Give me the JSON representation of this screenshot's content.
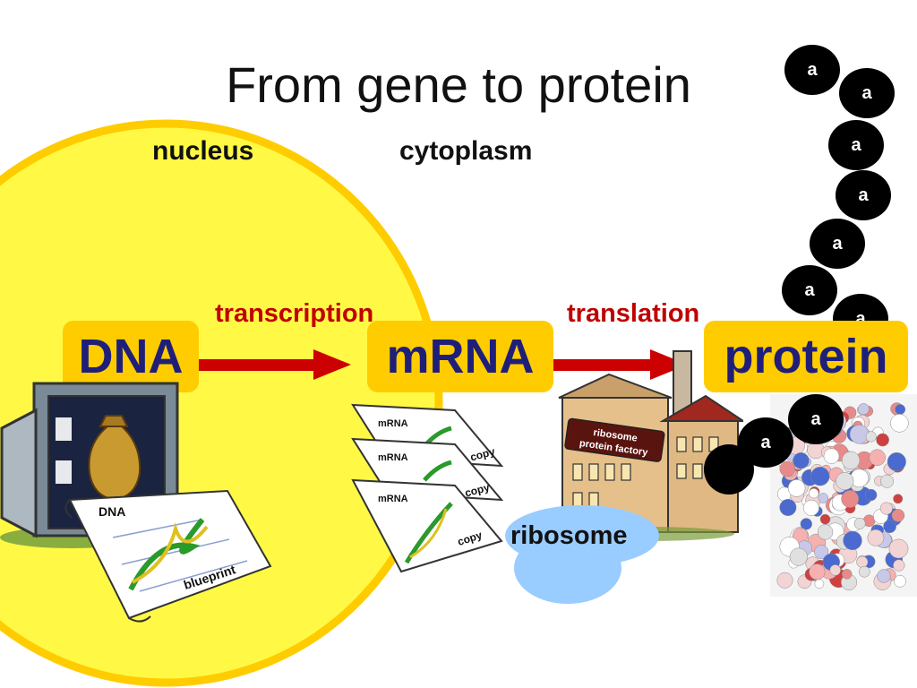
{
  "slide": {
    "title": "From gene to protein",
    "nucleus_label": "nucleus",
    "cytoplasm_label": "cytoplasm"
  },
  "flow": {
    "dna": "DNA",
    "mrna": "mRNA",
    "protein": "protein",
    "transcription": "transcription",
    "translation": "translation"
  },
  "blueprint": {
    "dna_label": "DNA",
    "blueprint_label": "blueprint"
  },
  "copies": [
    {
      "label": "mRNA",
      "tag": "copy"
    },
    {
      "label": "mRNA",
      "tag": "copy"
    },
    {
      "label": "mRNA",
      "tag": "copy"
    }
  ],
  "factory": {
    "sign_line1": "ribosome",
    "sign_line2": "protein factory"
  },
  "ribosome": "ribosome",
  "amino_acid": "a",
  "colors": {
    "nucleus": "#fff945",
    "nucleus_border": "#ffcc00",
    "box": "#ffcc00",
    "box_text": "#1f1f7a",
    "arrow": "#cc0000",
    "ribosome": "#99ccff",
    "process_text": "#c00000"
  }
}
